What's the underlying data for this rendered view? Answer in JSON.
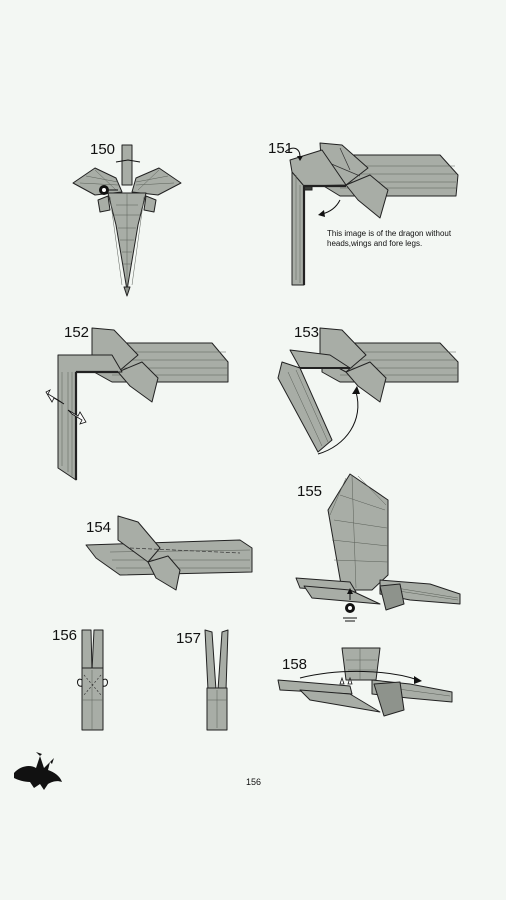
{
  "steps": {
    "s150": "150",
    "s151": "151",
    "s152": "152",
    "s153": "153",
    "s154": "154",
    "s155": "155",
    "s156": "156",
    "s157": "157",
    "s158": "158"
  },
  "note_151": "This image is of the dragon without heads,wings and fore legs.",
  "page_number": "156",
  "logo_icon": "dragon-silhouette-icon",
  "colors": {
    "paper": "#a8ada6",
    "background": "#f3f7f3",
    "line": "#222222"
  }
}
